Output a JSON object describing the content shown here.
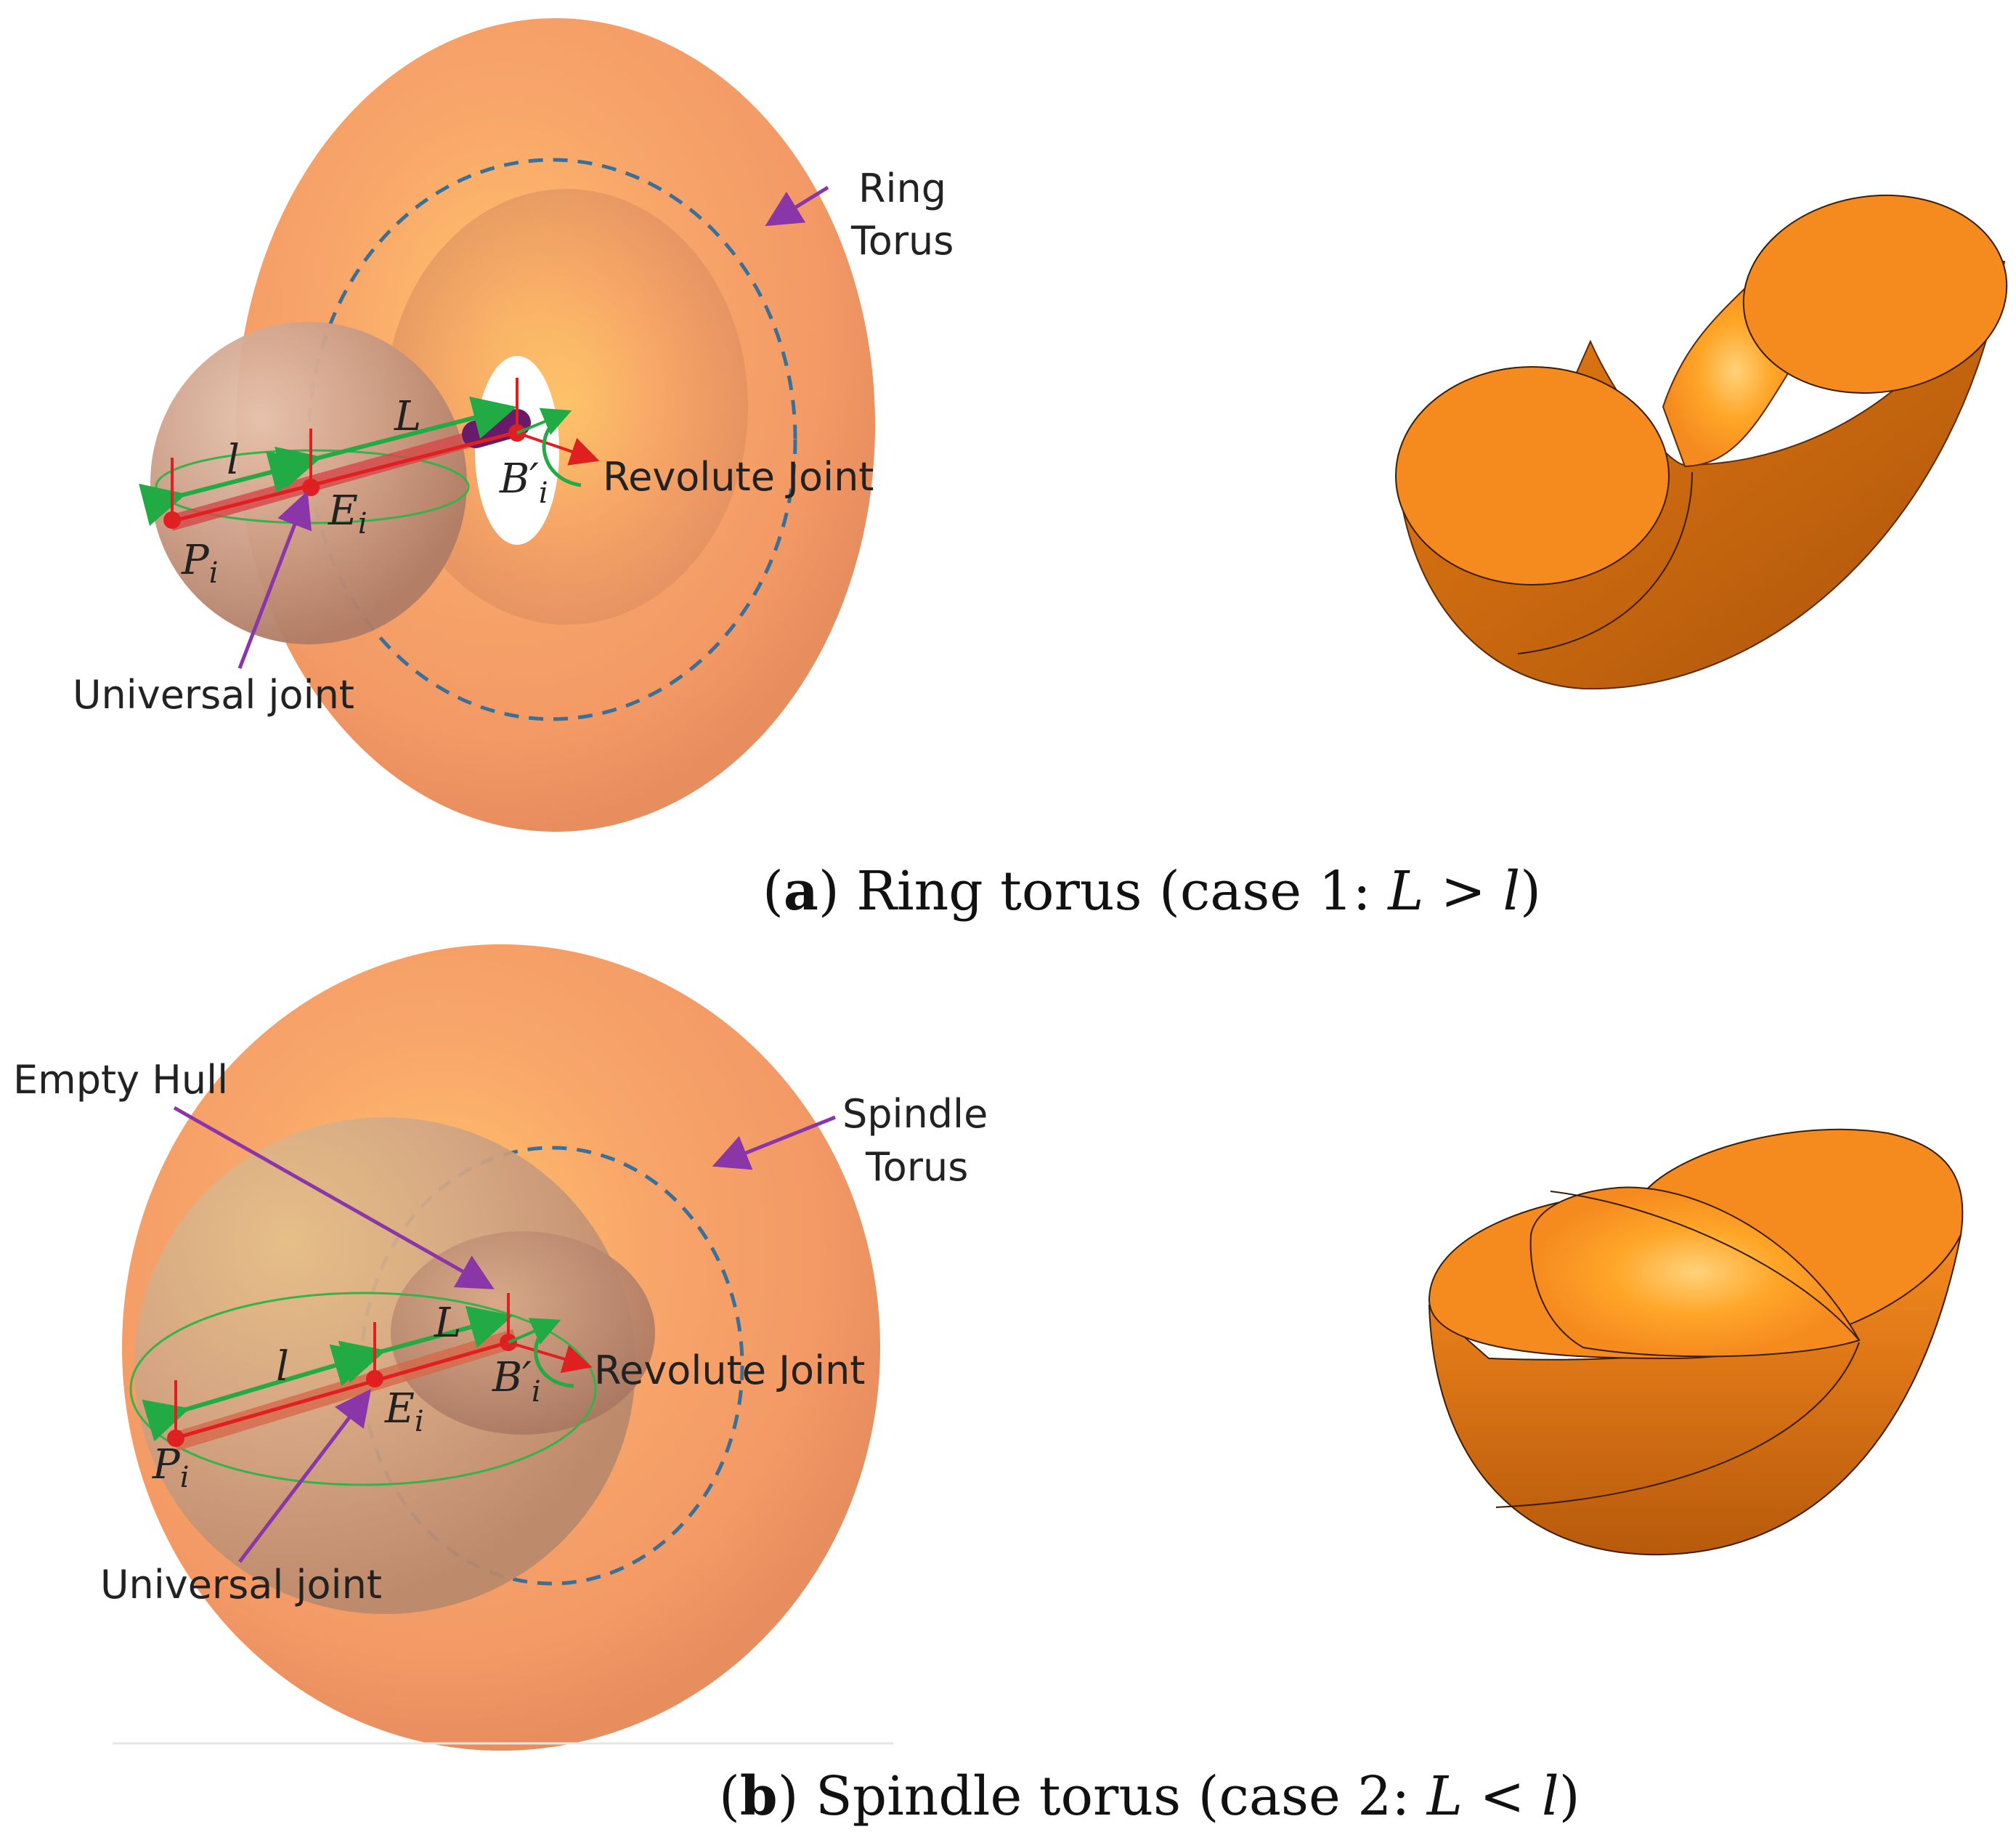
{
  "panel_a": {
    "callout_ring": [
      "Ring",
      "Torus"
    ],
    "callout_revolute": "Revolute Joint",
    "callout_universal": "Universal joint",
    "sym_L": "L",
    "sym_l": "l",
    "sym_E": "E",
    "sym_P": "P",
    "sym_B": "B′",
    "sym_sub": "i",
    "caption": {
      "open": "(",
      "letter": "a",
      "text": ") Ring torus (case 1:  ",
      "m1": "L",
      "op": " > ",
      "m2": "l",
      "close": ")"
    }
  },
  "panel_b": {
    "callout_empty": "Empty Hull",
    "callout_spindle": [
      "Spindle",
      "Torus"
    ],
    "callout_revolute": "Revolute Joint",
    "callout_universal": "Universal joint",
    "sym_L": "L",
    "sym_l": "l",
    "sym_E": "E",
    "sym_P": "P",
    "sym_B": "B′",
    "sym_sub": "i",
    "caption": {
      "open": "(",
      "letter": "b",
      "text": ") Spindle torus (case 2:  ",
      "m1": "L",
      "op": " < ",
      "m2": "l",
      "close": ")"
    }
  },
  "colors": {
    "torus": "#f6a06a",
    "sphere": "#c99a82",
    "solid": "#f58a1e",
    "rod": "#e8303a",
    "link": "#e02020",
    "dim": "#22aa44",
    "dash": "#3a6f97",
    "callout": "#8a36a8",
    "purple_rod": "#6a1a6a"
  }
}
